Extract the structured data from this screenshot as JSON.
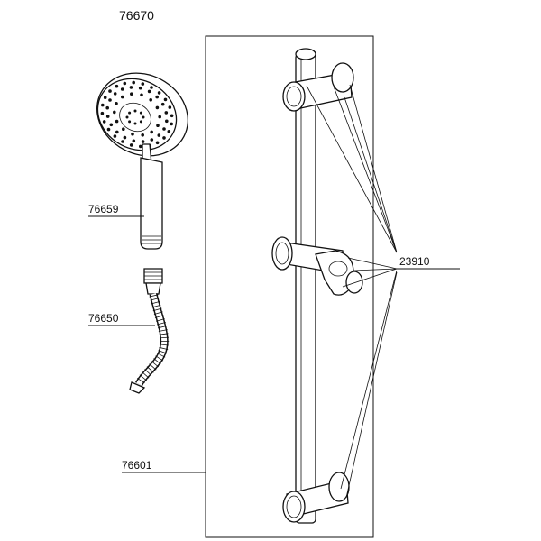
{
  "labels": {
    "title": "76670",
    "hand_shower": "76659",
    "hose": "76650",
    "rail": "76601",
    "brackets": "23910"
  }
}
